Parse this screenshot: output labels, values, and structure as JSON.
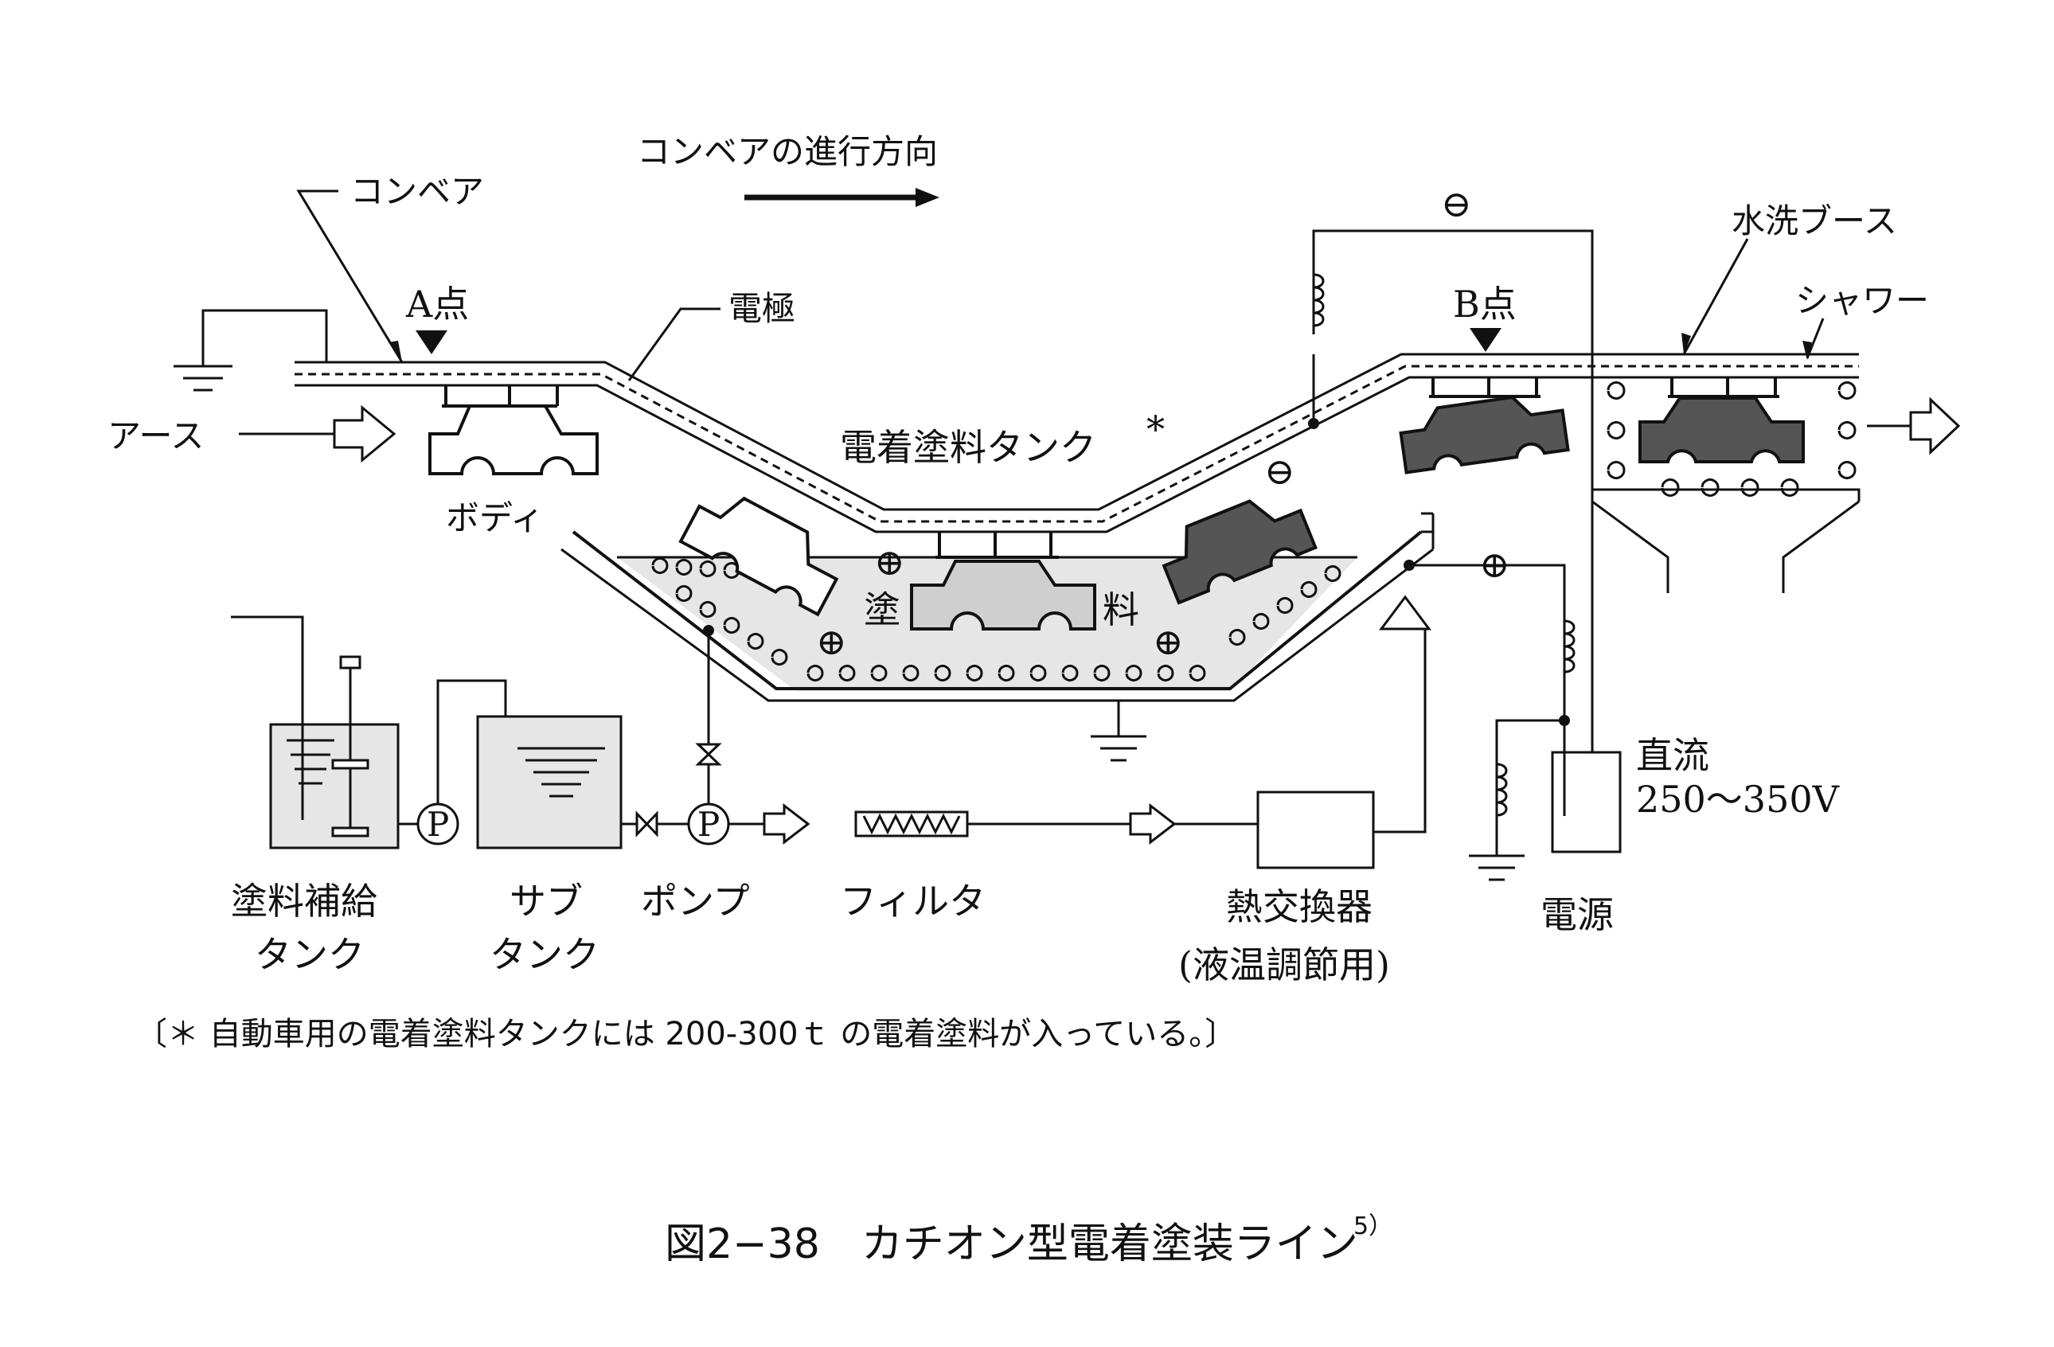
{
  "labels": {
    "direction": "コンベアの進行方向",
    "conveyor": "コンベア",
    "point_a": "A点",
    "electrode": "電極",
    "earth": "アース",
    "body": "ボディ",
    "tank": "電着塗料タンク",
    "tank_asterisk": "*",
    "point_b": "B点",
    "washing_booth": "水洗ブース",
    "shower": "シャワー",
    "paint_left": "塗",
    "paint_right": "料",
    "minus": "⊖",
    "plus": "⊕",
    "dc": "直流",
    "voltage": "250〜350V",
    "power_source": "電源",
    "pump_symbol": "P",
    "supply_tank_line1": "塗料補給",
    "supply_tank_line2": "タンク",
    "sub_tank_line1": "サブ",
    "sub_tank_line2": "タンク",
    "pump": "ポンプ",
    "filter": "フィルタ",
    "heat_exchanger": "熱交換器",
    "heat_exchanger_note": "(液温調節用)"
  },
  "note": "〔＊ 自動車用の電着塗料タンクには 200-300ｔ の電着塗料が入っている。〕",
  "caption": {
    "text": "図2−38　カチオン型電着塗装ライン",
    "ref": "5）"
  }
}
